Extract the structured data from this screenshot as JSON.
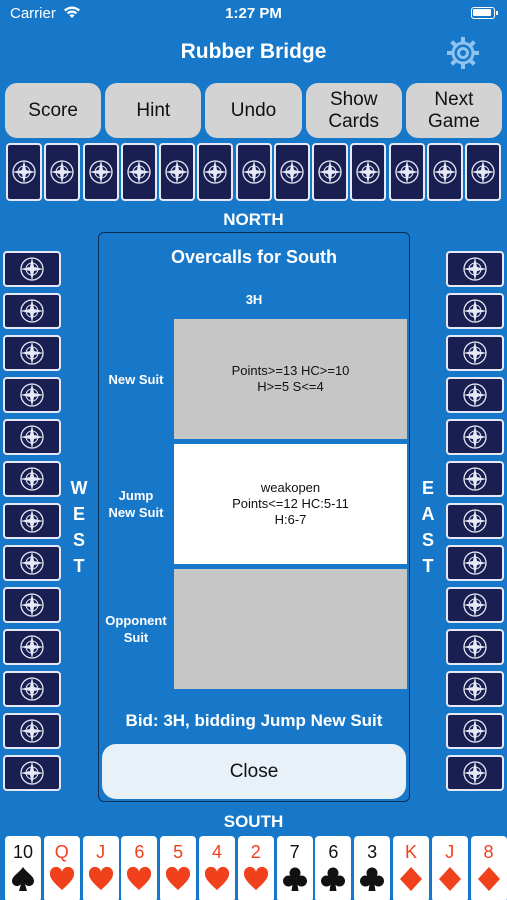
{
  "status": {
    "carrier": "Carrier",
    "time": "1:27 PM"
  },
  "title": "Rubber Bridge",
  "toolbar": {
    "score": "Score",
    "hint": "Hint",
    "undo": "Undo",
    "show_cards": "Show\nCards",
    "next_game": "Next\nGame"
  },
  "seats": {
    "north": "NORTH",
    "south": "SOUTH",
    "west": "W\nE\nS\nT",
    "east": "E\nA\nS\nT"
  },
  "dialog": {
    "title": "Overcalls for South",
    "current_bid": "3H",
    "options": [
      {
        "label": "New Suit",
        "text": "Points>=13 HC>=10\nH>=5 S<=4",
        "selected": false
      },
      {
        "label": "Jump\nNew Suit",
        "text": "weakopen\nPoints<=12 HC:5-11\nH:6-7",
        "selected": true
      },
      {
        "label": "Opponent\nSuit",
        "text": "",
        "selected": false
      }
    ],
    "bid_line": "Bid: 3H, bidding Jump New Suit",
    "close": "Close"
  },
  "hand_counts": {
    "north": 13,
    "west": 13,
    "east": 13
  },
  "south_hand": [
    {
      "rank": "10",
      "suit": "spade"
    },
    {
      "rank": "Q",
      "suit": "heart"
    },
    {
      "rank": "J",
      "suit": "heart"
    },
    {
      "rank": "6",
      "suit": "heart"
    },
    {
      "rank": "5",
      "suit": "heart"
    },
    {
      "rank": "4",
      "suit": "heart"
    },
    {
      "rank": "2",
      "suit": "heart"
    },
    {
      "rank": "7",
      "suit": "club"
    },
    {
      "rank": "6",
      "suit": "club"
    },
    {
      "rank": "3",
      "suit": "club"
    },
    {
      "rank": "K",
      "suit": "diamond"
    },
    {
      "rank": "J",
      "suit": "diamond"
    },
    {
      "rank": "8",
      "suit": "diamond"
    }
  ],
  "colors": {
    "background": "#1778c9",
    "card_back": "#1a1f52",
    "red_suit": "#f0401c",
    "black_suit": "#111111",
    "selected_option": "#ffffff",
    "option": "#c6c6c6"
  }
}
